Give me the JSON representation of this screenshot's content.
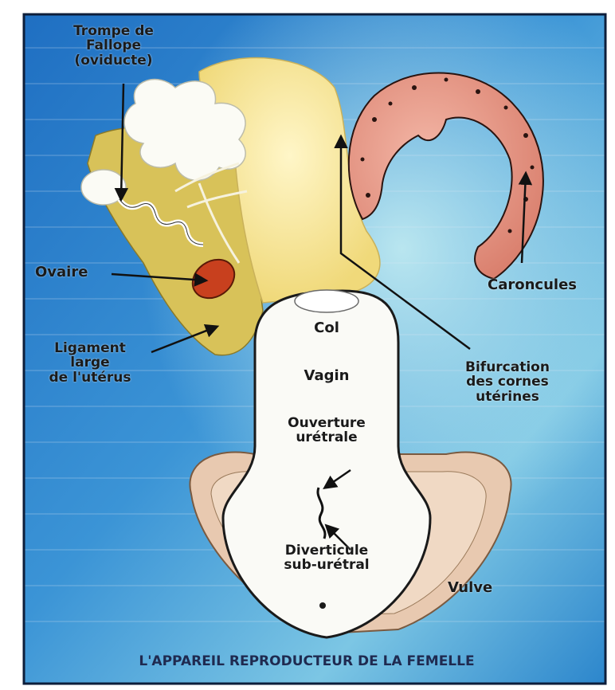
{
  "labels": {
    "trompe": [
      "Trompe de",
      "Fallope",
      "(oviducte)"
    ],
    "ovaire": "Ovaire",
    "ligament": [
      "Ligament",
      "large",
      "de l'utérus"
    ],
    "caroncules": "Caroncules",
    "bifurcation": [
      "Bifurcation",
      "des cornes",
      "utérines"
    ],
    "col": "Col",
    "vagin": "Vagin",
    "ouverture": [
      "Ouverture",
      "urétrale"
    ],
    "diverticule": [
      "Diverticule",
      "sub-urétral"
    ],
    "vulve": "Vulve"
  },
  "caption": "L'APPAREIL REPRODUCTEUR DE LA FEMELLE",
  "colors": {
    "background_blue": "#2f86cf",
    "background_light": "#8ad0e6",
    "uterus_yellow": "#f4e39a",
    "ligament": "#d9c25a",
    "ovary": "#c8401e",
    "caruncle_pink": "#e89a8a",
    "vulva": "#e8c9b0",
    "arrow": "#111111"
  }
}
